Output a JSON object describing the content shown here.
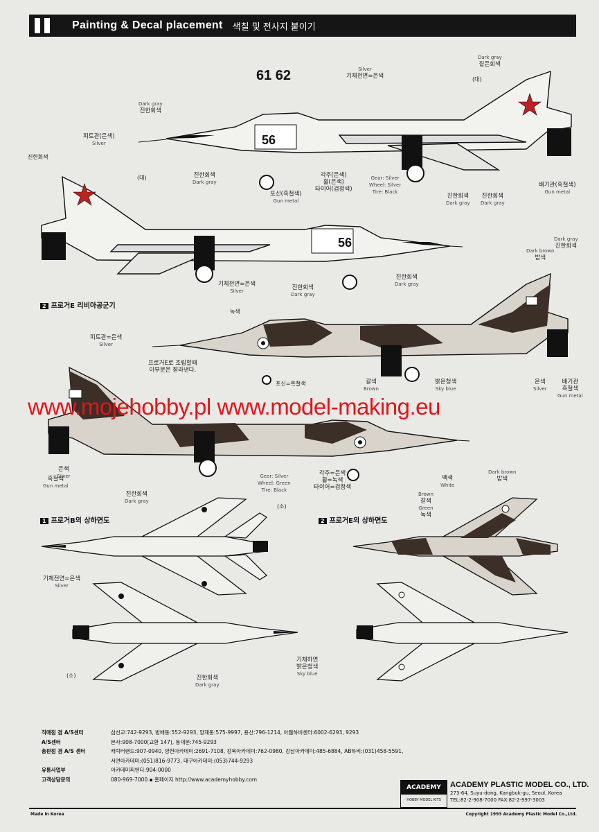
{
  "header": {
    "title": "Painting & Decal placement",
    "title_ko": "색칠 및 전사지 붙이기"
  },
  "plane1_top": {
    "serial": "61 62",
    "labels": {
      "dark_gray_tail_ko": "짙은회색",
      "dark_gray_tail_en": "Dark gray",
      "large": "(대)",
      "silver_body_ko": "기체전면=은색",
      "silver_body_en": "Silver",
      "dark_gray_nose_ko": "진한회색",
      "dark_gray_nose_en": "Dark gray",
      "pitot_ko": "피트관(은색)",
      "pitot_en": "Silver",
      "gear_ko": "각주(은색)",
      "wheel_ko": "휠(은색)",
      "tire_ko": "타이어(검정색)",
      "gear_en": "Gear: Silver",
      "wheel_en": "Wheel: Silver",
      "tire_en": "Tire: Black",
      "gun_ko": "포신(흑철색)",
      "gun_en": "Gun metal",
      "intake_ko": "진한회색",
      "intake_en": "Dark gray",
      "under1_ko": "진한회색",
      "under1_en": "Dark gray",
      "under2_ko": "진한회색",
      "under2_en": "Dark gray",
      "exhaust_ko": "배기관(흑철색)",
      "exhaust_en": "Gun metal"
    },
    "nose_number": "56"
  },
  "plane1_bottom": {
    "labels": {
      "tail_ko": "진한회색",
      "large": "(대)",
      "body_ko": "기체전면=은색",
      "body_en": "Silver",
      "intake_ko": "진한회색",
      "intake_en": "Dark gray",
      "nose_ko": "진한회색",
      "nose_en": "Dark gray"
    },
    "nose_number": "56"
  },
  "section2": {
    "num": "2",
    "title": "프로거E 리비아공군기"
  },
  "plane2_top": {
    "labels": {
      "green_ko": "녹색",
      "dark_brown_en": "Dark brown",
      "dark_brown_ko": "밤색",
      "dark_gray_en": "Dark gray",
      "dark_gray_ko": "진한회색",
      "pitot_ko": "피트관=은색",
      "pitot_en": "Silver",
      "note_ko_1": "프로거E로 조립할때",
      "note_ko_2": "이부분은 잘라낸다.",
      "gun_ko": "포신=흑철색",
      "brown_ko": "갈색",
      "brown_en": "Brown",
      "sky_ko": "밝은청색",
      "sky_en": "Sky blue",
      "silver_ko": "은색",
      "silver_en": "Silver",
      "exhaust_ko": "배기관",
      "exhaust_ko2": "흑철색",
      "exhaust_en": "Gun metal"
    }
  },
  "watermark": "www.mojehobby.pl www.model-making.eu",
  "plane2_bottom": {
    "labels": {
      "silver_ko": "은색",
      "silver_en": "Silver",
      "gun_ko": "흑철색",
      "gun_en": "Gun metal",
      "gray_ko": "진한회색",
      "gray_en": "Dark gray",
      "gear_en": "Gear: Silver",
      "wheel_en": "Wheel: Green",
      "tire_en": "Tire: Black",
      "gear_ko": "각주=은색",
      "wheel_ko": "휠=녹색",
      "tire_ko": "타이어=검정색",
      "white_ko": "백색",
      "white_en": "White",
      "db_en": "Dark brown",
      "db_ko": "밤색"
    }
  },
  "section_b": {
    "num": "1",
    "title": "프로거B의 상하면도"
  },
  "section_e": {
    "num": "2",
    "title": "프로거E의 상하면도"
  },
  "top_views": {
    "small": "(소)",
    "silver_ko": "기체전면=은색",
    "silver_en": "Silver",
    "gray_ko": "진한회색",
    "gray_en": "Dark gray",
    "small2": "(소)",
    "brown_en": "Brown",
    "brown_ko": "갈색",
    "green_en": "Green",
    "green_ko": "녹색",
    "under_ko_1": "기체하면",
    "under_ko_2": "밝은청색",
    "under_en": "Sky blue"
  },
  "footer": {
    "rows": [
      {
        "k": "직매점 겸 A/S센터",
        "v": "삼선교:742-9293, 방배동:552-9293, 양재동:575-9997, 용산:796-1214, 아웸하비센터:6002-6293, 9293"
      },
      {
        "k": "A/S센터",
        "v": "본사:908-7000(교환 147), 동대문:745-9293"
      },
      {
        "k": "총판점 겸 A/S 센터",
        "v": "캐릭터랜드:907-0940, 양천아카데미:2691-7108, 강북아카데미:762-0980, 강남아카데미:485-6884, AB하비:(031)458-5591,"
      },
      {
        "k": "",
        "v": "서면아카데미:(051)816-9773, 대구아카데미:(053)744-9293"
      },
      {
        "k": "유통사업부",
        "v": "아카데미피엔디:904-0000"
      },
      {
        "k": "고객상담문의",
        "v": "080-969-7000   ▪ 홈페이지  http://www.academyhobby.com"
      }
    ],
    "logo": "ACADEMY",
    "logo_sub": "HOBBY MODEL KITS",
    "company": "ACADEMY PLASTIC MODEL CO., LTD.",
    "address": "273-64, Suyu-dong, Kangbuk-gu, Seoul, Korea",
    "tel": "TEL:82-2-908-7000  FAX:82-2-997-3003",
    "made": "Made in Korea",
    "copyright": "Copyright 1993 Academy Plastic Model Co.,Ltd."
  },
  "colors": {
    "header_bg": "#151515",
    "watermark": "#e4141b",
    "camo_brown": "#3b2f28",
    "camo_light": "#d8d4cc"
  }
}
